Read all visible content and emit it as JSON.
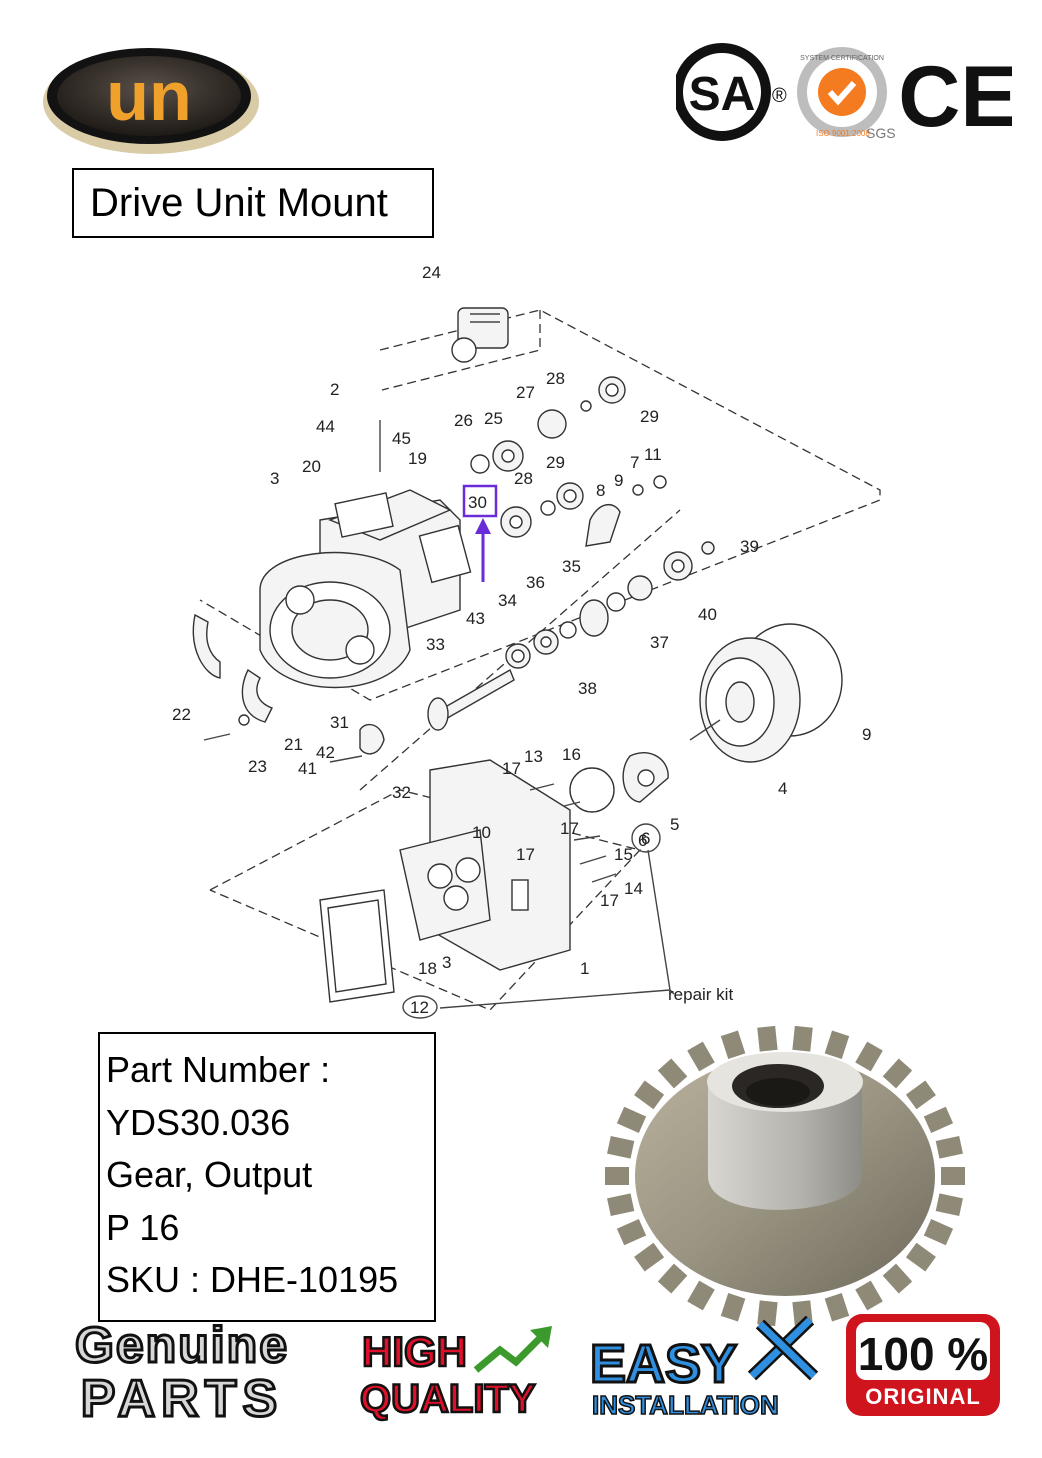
{
  "brand": {
    "logo_text": "un"
  },
  "certifications": {
    "csa": "SA",
    "csa_reg": "®",
    "iso_top": "SYSTEM CERTIFICATION",
    "iso_side": "ISO 9001:2008",
    "iso_bottom": "SGS",
    "ce": "CE"
  },
  "title": "Drive Unit Mount",
  "diagram": {
    "highlight_label": "30",
    "highlight_color": "#6a2bd9",
    "repair_kit_label": "repair kit",
    "callouts": [
      "24",
      "2",
      "44",
      "45",
      "19",
      "3",
      "20",
      "26",
      "25",
      "27",
      "28",
      "29",
      "28",
      "29",
      "7",
      "11",
      "8",
      "9",
      "30",
      "39",
      "35",
      "36",
      "34",
      "40",
      "37",
      "43",
      "33",
      "38",
      "22",
      "21",
      "23",
      "31",
      "42",
      "41",
      "32",
      "17",
      "13",
      "16",
      "10",
      "17",
      "17",
      "15",
      "6",
      "5",
      "17",
      "14",
      "18",
      "3",
      "1",
      "12",
      "9",
      "4"
    ]
  },
  "part": {
    "line1": "Part Number :",
    "line2": "YDS30.036",
    "line3": "Gear, Output",
    "line4": "P 16",
    "line5": "SKU : DHE-10195"
  },
  "badges": {
    "genuine_1": "Genuine",
    "genuine_2": "PARTS",
    "high_1": "HIGH",
    "high_2": "QUALITY",
    "easy_1": "EASY",
    "easy_2": "INSTALLATION",
    "orig_1": "100 %",
    "orig_2": "ORIGINAL"
  },
  "colors": {
    "quality_red": "#e0102a",
    "easy_blue": "#2f8fe0",
    "original_red": "#d0141e",
    "iso_orange": "#f47b20"
  }
}
